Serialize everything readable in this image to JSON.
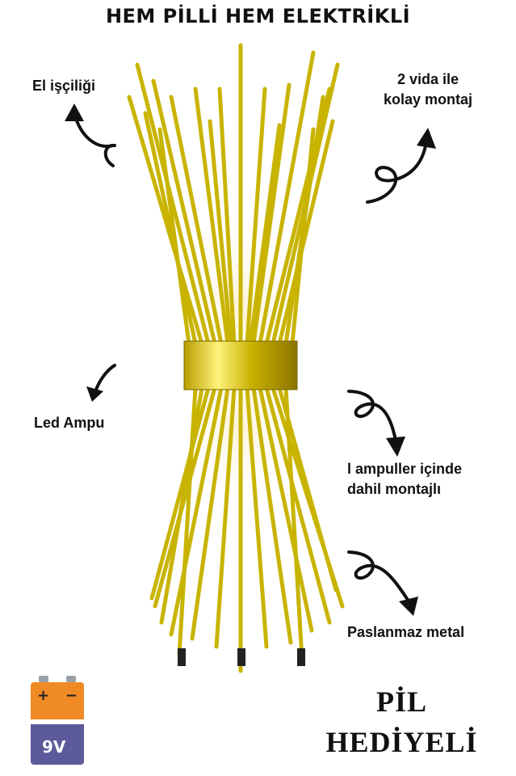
{
  "headline": "HEM PİLLİ HEM ELEKTRİKLİ",
  "callouts": {
    "handcraft": "El işçiliği",
    "mount_line1": "2 vida ile",
    "mount_line2": "kolay montaj",
    "led": "Led Ampu",
    "included_line1": "l ampuller içinde",
    "included_line2": "dahil montajlı",
    "metal": "Paslanmaz metal"
  },
  "promo": {
    "line1": "PİL",
    "line2": "HEDİYELİ"
  },
  "battery": {
    "label": "9V",
    "plus": "+",
    "minus": "−"
  },
  "colors": {
    "gold": "#c8b400",
    "battery_orange": "#f08a24",
    "battery_purple": "#5c5a9a"
  }
}
